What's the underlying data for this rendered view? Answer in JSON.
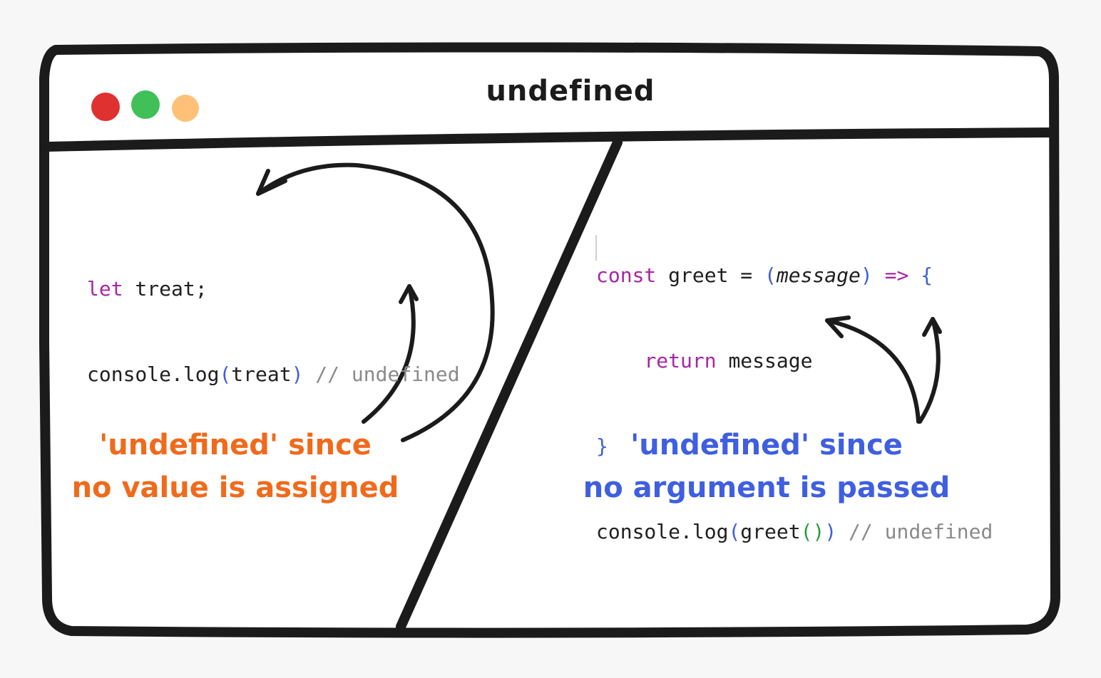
{
  "window": {
    "title": "undefined",
    "controls": [
      "close",
      "minimize",
      "maximize"
    ],
    "colors": {
      "close": "#e03131",
      "minimize": "#40c057",
      "maximize": "#ffc078"
    }
  },
  "left_panel": {
    "code": {
      "line1_kw": "let",
      "line1_rest": " treat;",
      "line2_a": "console.log",
      "line2_paren_open": "(",
      "line2_arg": "treat",
      "line2_paren_close": ")",
      "line2_comment": " // undefined"
    },
    "note": {
      "line1": "'undefined' since",
      "line2": "no value is assigned",
      "color": "#f06a1c"
    }
  },
  "right_panel": {
    "code": {
      "l1_kw": "const",
      "l1_name": " greet = ",
      "l1_open": "(",
      "l1_param": "message",
      "l1_close": ")",
      "l1_arrow": " => ",
      "l1_brace": "{",
      "l2_kw": "return",
      "l2_rest": " message",
      "l3_brace": "}",
      "l4_a": "console.log",
      "l4_open": "(",
      "l4_fn": "greet",
      "l4_call": "()",
      "l4_close": ")",
      "l4_comment": " // undefined"
    },
    "note": {
      "line1": "'undefined' since",
      "line2": "no argument is passed",
      "color": "#3f5fe0"
    }
  }
}
